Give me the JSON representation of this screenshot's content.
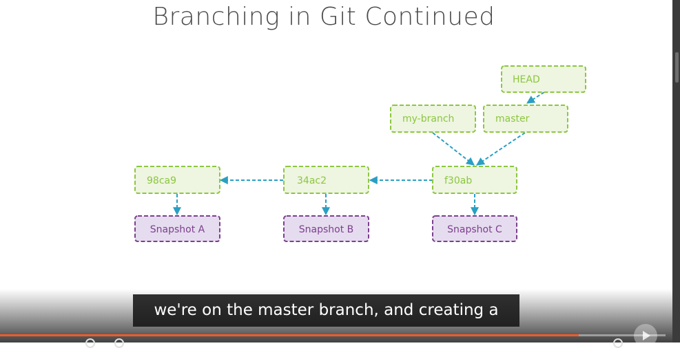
{
  "slide": {
    "title": "Branching in Git Continued"
  },
  "diagram": {
    "pointers": {
      "head": "HEAD",
      "master": "master",
      "my_branch": "my-branch"
    },
    "commits": [
      "98ca9",
      "34ac2",
      "f30ab"
    ],
    "snapshots": [
      "Snapshot A",
      "Snapshot B",
      "Snapshot C"
    ],
    "colors": {
      "commit_stroke": "#8cc63f",
      "commit_fill": "#eef5e1",
      "snapshot_stroke": "#7b3f8e",
      "snapshot_fill": "#e6dcef",
      "arrow": "#2a9fc2"
    }
  },
  "player": {
    "caption": "we're on the master branch, and creating a",
    "progress": 0.87,
    "play_icon": "play-icon"
  }
}
